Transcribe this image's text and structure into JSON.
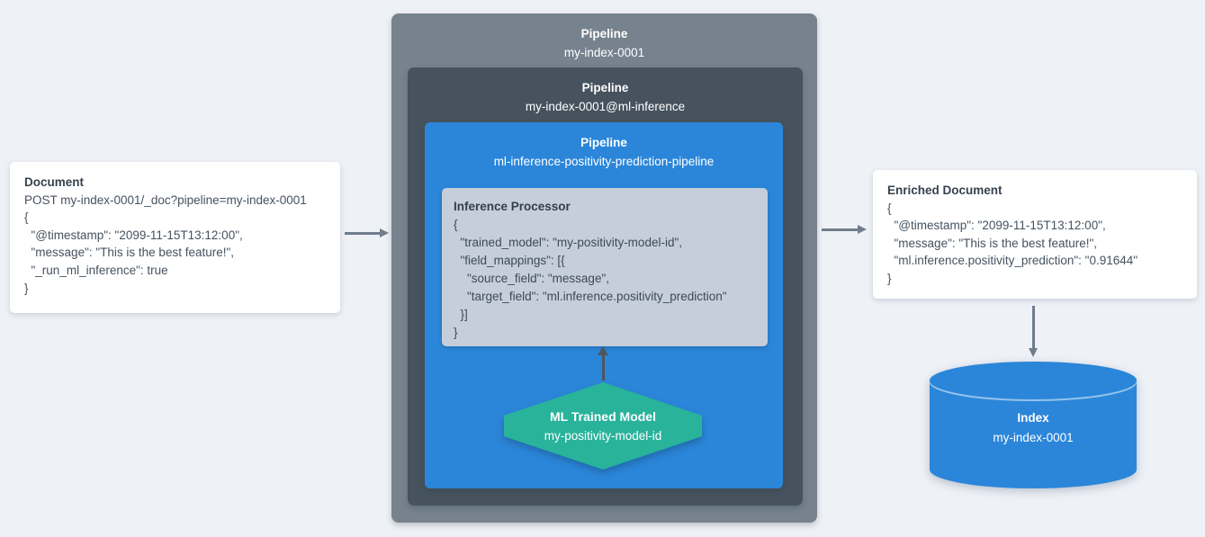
{
  "colors": {
    "background": "#EEF1F6",
    "outer_pipeline_bg": "#76838F",
    "ml_pipeline_bg": "#46535E",
    "inner_pipeline_bg": "#2B86D9",
    "processor_bg": "#C5CEDA",
    "model_hexagon_bg": "#29B39B",
    "index_cylinder_bg": "#2B86D9",
    "card_bg": "#FFFFFF",
    "arrow_gray": "#6F7D8C",
    "arrow_dark": "#4C565F",
    "text_dark": "#37424E",
    "text_light": "#FFFFFF"
  },
  "document_card": {
    "title": "Document",
    "lines": [
      "POST my-index-0001/_doc?pipeline=my-index-0001",
      "{",
      "  \"@timestamp\": \"2099-11-15T13:12:00\",",
      "  \"message\": \"This is the best feature!\",",
      "  \"_run_ml_inference\": true",
      "}"
    ]
  },
  "pipeline_outer": {
    "label": "Pipeline",
    "name": "my-index-0001"
  },
  "pipeline_ml_inference": {
    "label": "Pipeline",
    "name": "my-index-0001@ml-inference"
  },
  "pipeline_inner": {
    "label": "Pipeline",
    "name": "ml-inference-positivity-prediction-pipeline"
  },
  "inference_processor": {
    "title": "Inference Processor",
    "lines": [
      "{",
      "  \"trained_model\": \"my-positivity-model-id\",",
      "  \"field_mappings\": [{",
      "    \"source_field\": \"message\",",
      "    \"target_field\": \"ml.inference.positivity_prediction\"",
      "  }]",
      "}"
    ]
  },
  "ml_trained_model": {
    "title": "ML Trained Model",
    "name": "my-positivity-model-id"
  },
  "enriched_card": {
    "title": "Enriched Document",
    "lines": [
      "{",
      "  \"@timestamp\": \"2099-11-15T13:12:00\",",
      "  \"message\": \"This is the best feature!\",",
      "  \"ml.inference.positivity_prediction\": \"0.91644\"",
      "}"
    ]
  },
  "index": {
    "title": "Index",
    "name": "my-index-0001"
  }
}
